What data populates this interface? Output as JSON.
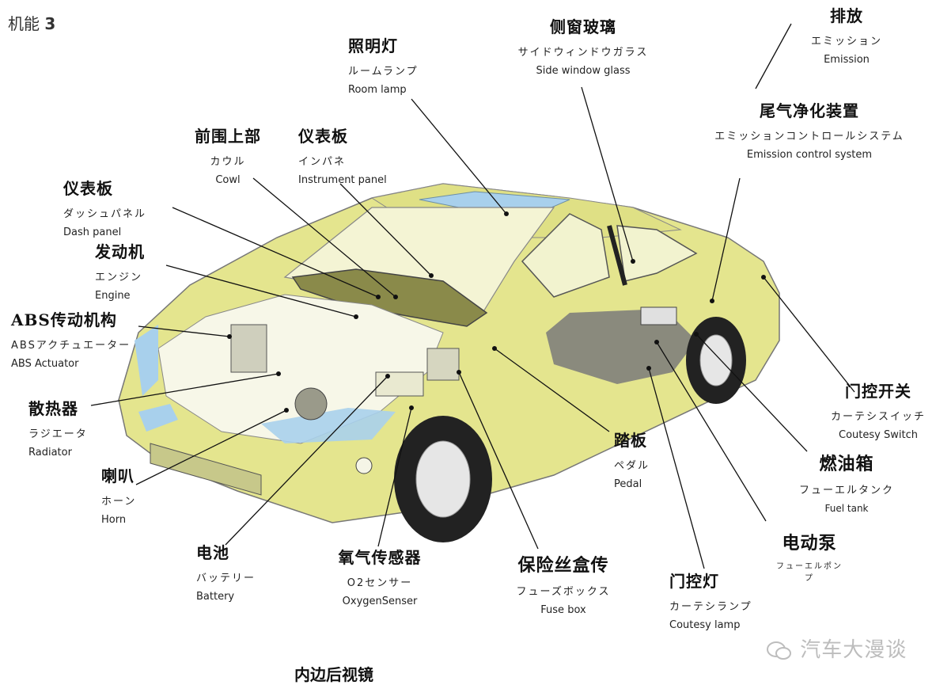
{
  "page_label": {
    "prefix": "机能",
    "number": "3"
  },
  "labels": {
    "room_lamp": {
      "zh": "照明灯",
      "ja": "ルームランプ",
      "en": "Room lamp"
    },
    "side_window": {
      "zh": "侧窗玻璃",
      "ja": "サイドウィンドウガラス",
      "en": "Side window glass"
    },
    "emission": {
      "zh": "排放",
      "ja": "エミッション",
      "en": "Emission"
    },
    "emission_control": {
      "zh": "尾气净化装置",
      "ja": "エミッションコントロールシステム",
      "en": "Emission control system"
    },
    "cowl": {
      "zh": "前围上部",
      "ja": "カウル",
      "en": "Cowl"
    },
    "instrument_panel": {
      "zh": "仪表板",
      "ja": "インパネ",
      "en": "Instrument panel"
    },
    "dash_panel": {
      "zh": "仪表板",
      "ja": "ダッシュパネル",
      "en": "Dash panel"
    },
    "engine": {
      "zh": "发动机",
      "ja": "エンジン",
      "en": "Engine"
    },
    "abs": {
      "zh": "ABS传动机构",
      "ja": "ABSアクチュエーター",
      "en": "ABS Actuator"
    },
    "radiator": {
      "zh": "散热器",
      "ja": "ラジエータ",
      "en": "Radiator"
    },
    "horn": {
      "zh": "喇叭",
      "ja": "ホーン",
      "en": "Horn"
    },
    "battery": {
      "zh": "电池",
      "ja": "バッテリー",
      "en": "Battery"
    },
    "oxygen": {
      "zh": "氧气传感器",
      "ja": "O2センサー",
      "en": "OxygenSenser"
    },
    "fuse_box": {
      "zh": "保险丝盒传",
      "ja": "フューズボックス",
      "en": "Fuse box"
    },
    "door_lamp": {
      "zh": "门控灯",
      "ja": "カーテシランプ",
      "en": "Coutesy lamp"
    },
    "electric_pump": {
      "zh": "电动泵",
      "ja": "フューエルポンプ"
    },
    "fuel_tank": {
      "zh": "燃油箱",
      "ja": "フューエルタンク",
      "en": "Fuel tank"
    },
    "door_switch": {
      "zh": "门控开关",
      "ja": "カーテシスイッチ",
      "en": "Coutesy Switch"
    },
    "pedal": {
      "zh": "踏板",
      "ja": "ペダル",
      "en": "Pedal"
    },
    "rear_mirror": {
      "zh": "内边后视镜"
    }
  },
  "watermark": "汽车大漫谈",
  "colors": {
    "car_body": "#e4e58e",
    "car_dark": "#b9bb55",
    "glass_blue": "#a8d0ec",
    "dash": "#8a8a4a",
    "lines": "#111111"
  }
}
